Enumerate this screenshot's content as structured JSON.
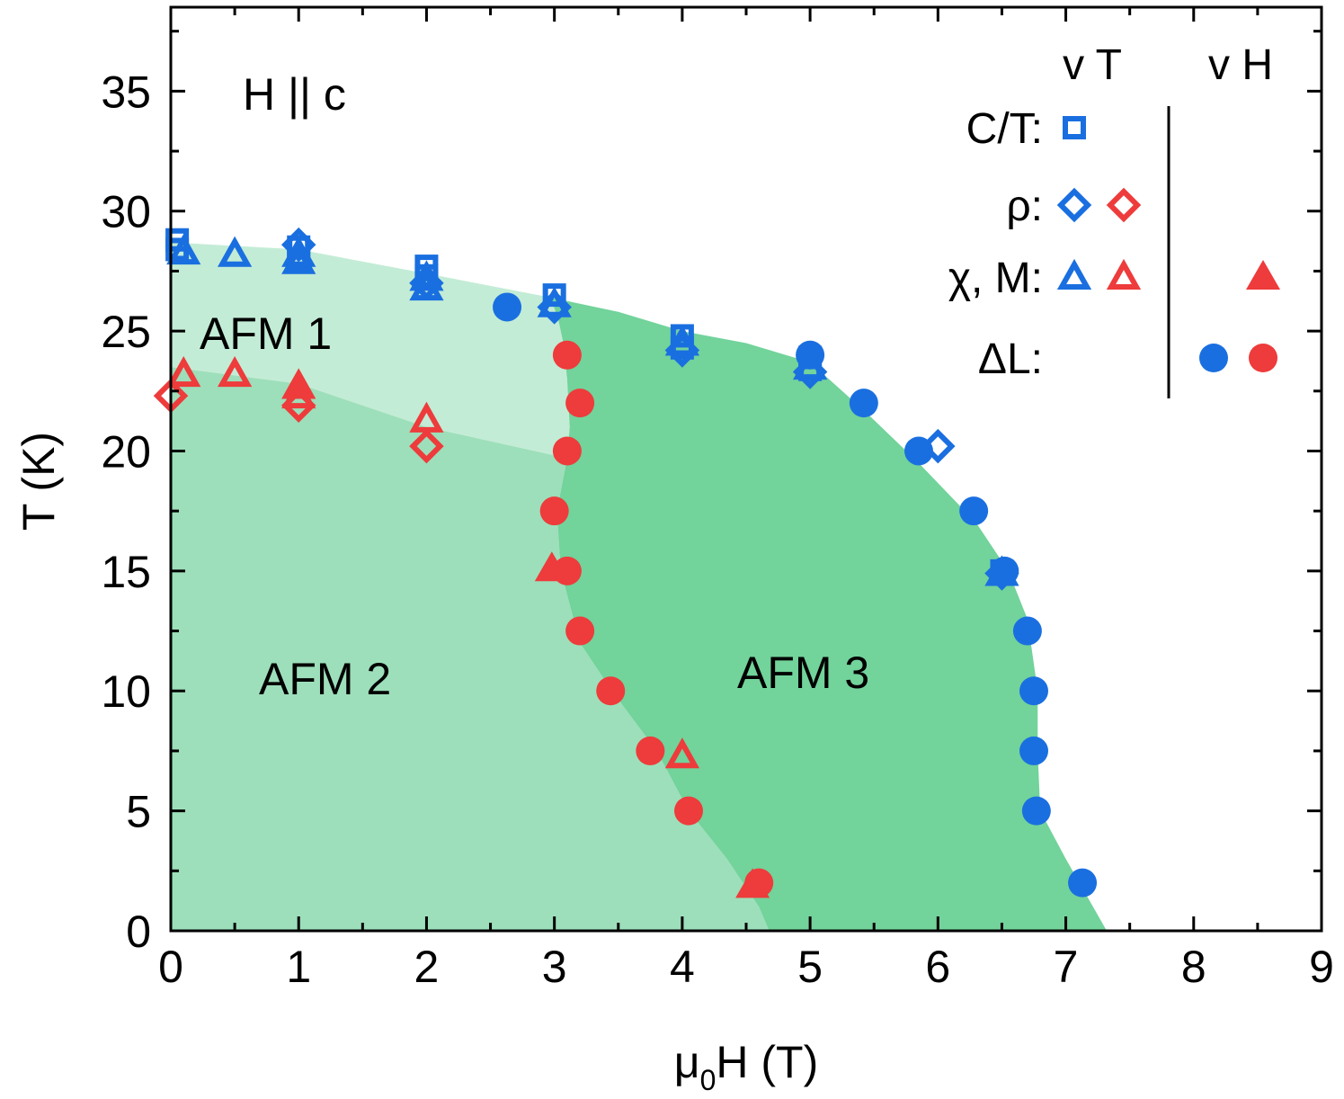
{
  "chart_data": {
    "type": "scatter",
    "title": "",
    "xlabel": {
      "mu": "μ",
      "sub": "0",
      "rest": "H (T)"
    },
    "ylabel": "T (K)",
    "xlim": [
      0,
      9
    ],
    "ylim": [
      0,
      38.5
    ],
    "xticks": [
      "0",
      "1",
      "2",
      "3",
      "4",
      "5",
      "6",
      "7",
      "8",
      "9"
    ],
    "yticks": [
      "0",
      "5",
      "10",
      "15",
      "20",
      "25",
      "30",
      "35"
    ],
    "annotations": {
      "field_dir": "H || c",
      "afm1": "AFM 1",
      "afm2": "AFM 2",
      "afm3": "AFM 3"
    },
    "colors": {
      "blue": "#1a6fe0",
      "red": "#ee3b3b",
      "afm1_fill": "#c3ecd6",
      "afm2_fill": "#9ddfba",
      "afm3_fill": "#72d39b"
    },
    "regions": {
      "afm1": [
        [
          0,
          28.7
        ],
        [
          1,
          28.4
        ],
        [
          2,
          27.4
        ],
        [
          2.97,
          26.4
        ],
        [
          3.03,
          25.5
        ],
        [
          3.07,
          24.5
        ],
        [
          3.1,
          23
        ],
        [
          3.12,
          21
        ],
        [
          3.1,
          19.7
        ],
        [
          2,
          21
        ],
        [
          1,
          22.8
        ],
        [
          0,
          23.5
        ]
      ],
      "afm2": [
        [
          0,
          23.5
        ],
        [
          1,
          22.8
        ],
        [
          2,
          21
        ],
        [
          3.1,
          19.7
        ],
        [
          3.02,
          17.5
        ],
        [
          3.05,
          15
        ],
        [
          3.2,
          12
        ],
        [
          3.45,
          10
        ],
        [
          3.8,
          7.5
        ],
        [
          4.05,
          5
        ],
        [
          4.35,
          3
        ],
        [
          4.6,
          1
        ],
        [
          4.68,
          0
        ],
        [
          0,
          0
        ]
      ],
      "afm3": [
        [
          2.97,
          26.4
        ],
        [
          3.5,
          25.8
        ],
        [
          4,
          25
        ],
        [
          4.5,
          24.5
        ],
        [
          5,
          23.7
        ],
        [
          5.44,
          21.6
        ],
        [
          5.85,
          19.5
        ],
        [
          6.3,
          17
        ],
        [
          6.55,
          15
        ],
        [
          6.7,
          13
        ],
        [
          6.78,
          10
        ],
        [
          6.78,
          7.5
        ],
        [
          6.8,
          5
        ],
        [
          7.0,
          3
        ],
        [
          7.32,
          0
        ],
        [
          4.68,
          0
        ],
        [
          4.6,
          1
        ],
        [
          4.35,
          3
        ],
        [
          4.05,
          5
        ],
        [
          3.8,
          7.5
        ],
        [
          3.45,
          10
        ],
        [
          3.2,
          12
        ],
        [
          3.05,
          15
        ],
        [
          3.02,
          17.5
        ],
        [
          3.1,
          19.7
        ],
        [
          3.12,
          21
        ],
        [
          3.1,
          23
        ],
        [
          3.07,
          24.5
        ],
        [
          3.03,
          25.5
        ]
      ]
    },
    "series": [
      {
        "name": "C/T",
        "measure": "v T",
        "marker": "square-open",
        "color": "blue",
        "points": [
          [
            0.05,
            28.8
          ],
          [
            0.05,
            28.4
          ],
          [
            1,
            28.5
          ],
          [
            1,
            28.0
          ],
          [
            2,
            27.7
          ],
          [
            2,
            27.3
          ],
          [
            3,
            26.5
          ],
          [
            4,
            24.8
          ],
          [
            4,
            24.3
          ],
          [
            5,
            23.9
          ],
          [
            5,
            23.4
          ],
          [
            6.5,
            15.0
          ]
        ]
      },
      {
        "name": "ρ",
        "measure": "v T",
        "marker": "diamond-open",
        "color": "blue",
        "points": [
          [
            1,
            28.6
          ],
          [
            2,
            27.0
          ],
          [
            3,
            26.0
          ],
          [
            4,
            24.2
          ],
          [
            5,
            23.3
          ],
          [
            6,
            20.2
          ],
          [
            6.5,
            14.9
          ]
        ]
      },
      {
        "name": "ρ",
        "measure": "v T",
        "marker": "diamond-open",
        "color": "red",
        "points": [
          [
            0,
            22.3
          ],
          [
            1,
            21.9
          ],
          [
            2,
            20.2
          ]
        ]
      },
      {
        "name": "χ, M",
        "measure": "v T",
        "marker": "triangle-open",
        "color": "blue",
        "points": [
          [
            0.1,
            28.3
          ],
          [
            0.5,
            28.2
          ],
          [
            1,
            28.2
          ],
          [
            1,
            27.9
          ],
          [
            2,
            27.2
          ],
          [
            2,
            26.8
          ],
          [
            3,
            26.1
          ],
          [
            4,
            24.5
          ],
          [
            5,
            23.5
          ],
          [
            6.5,
            14.9
          ]
        ]
      },
      {
        "name": "χ, M",
        "measure": "v T",
        "marker": "triangle-open",
        "color": "red",
        "points": [
          [
            0.1,
            23.2
          ],
          [
            0.5,
            23.2
          ],
          [
            1,
            22.7
          ],
          [
            1,
            22.3
          ],
          [
            2,
            21.3
          ],
          [
            4,
            7.3
          ]
        ]
      },
      {
        "name": "χ, M",
        "measure": "v H",
        "marker": "triangle-filled",
        "color": "red",
        "points": [
          [
            2.98,
            15.1
          ],
          [
            4.55,
            1.9
          ]
        ]
      },
      {
        "name": "ΔL",
        "measure": "v H",
        "marker": "circle-filled",
        "color": "blue",
        "points": [
          [
            2.63,
            26.0
          ],
          [
            5.0,
            24.0
          ],
          [
            5.42,
            22.0
          ],
          [
            5.85,
            20.0
          ],
          [
            6.28,
            17.5
          ],
          [
            6.52,
            15.0
          ],
          [
            6.7,
            12.5
          ],
          [
            6.75,
            10.0
          ],
          [
            6.75,
            7.5
          ],
          [
            6.77,
            5.0
          ],
          [
            7.13,
            2.0
          ]
        ]
      },
      {
        "name": "ΔL",
        "measure": "v H",
        "marker": "circle-filled",
        "color": "red",
        "points": [
          [
            3.1,
            24.0
          ],
          [
            3.2,
            22.0
          ],
          [
            3.1,
            20.0
          ],
          [
            3.0,
            17.5
          ],
          [
            3.1,
            15.0
          ],
          [
            3.2,
            12.5
          ],
          [
            3.44,
            10.0
          ],
          [
            3.75,
            7.5
          ],
          [
            4.05,
            5.0
          ],
          [
            4.6,
            2.0
          ]
        ]
      }
    ],
    "legend": {
      "col_vT": "v T",
      "col_vH": "v H",
      "rows": [
        {
          "label": "C/T:",
          "vT": [
            {
              "marker": "square-open",
              "color": "blue"
            }
          ],
          "vH": []
        },
        {
          "label": "ρ:",
          "vT": [
            {
              "marker": "diamond-open",
              "color": "blue"
            },
            {
              "marker": "diamond-open",
              "color": "red"
            }
          ],
          "vH": []
        },
        {
          "label": "χ, M:",
          "vT": [
            {
              "marker": "triangle-open",
              "color": "blue"
            },
            {
              "marker": "triangle-open",
              "color": "red"
            }
          ],
          "vH": [
            {
              "marker": "triangle-filled",
              "color": "red"
            }
          ]
        },
        {
          "label": "ΔL:",
          "vT": [],
          "vH": [
            {
              "marker": "circle-filled",
              "color": "blue"
            },
            {
              "marker": "circle-filled",
              "color": "red"
            }
          ]
        }
      ]
    },
    "grid": false,
    "legend_position": "top-right"
  }
}
